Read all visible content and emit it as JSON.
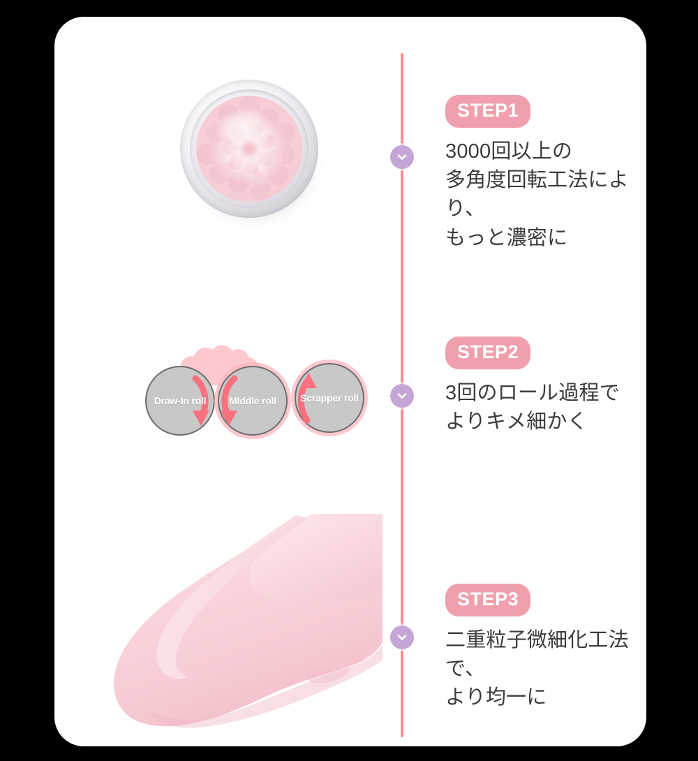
{
  "page": {
    "background_color": "#000000",
    "card_background": "#ffffff",
    "accent_pink": "#f0a0ac",
    "timeline_color": "#f98b96",
    "marker_color": "#c3a6d6",
    "text_color": "#3c3c3c",
    "roller_fill": "#c8c8c8",
    "roller_stroke": "#6d6d6d",
    "cream_pink": "#fcc9cf",
    "arrow_pink": "#f8717f"
  },
  "timeline": {
    "markers": [
      {
        "icon": "chevron-down-icon"
      },
      {
        "icon": "chevron-down-icon"
      },
      {
        "icon": "chevron-down-icon"
      }
    ]
  },
  "steps": [
    {
      "badge": "STEP1",
      "text": "3000回以上の\n多角度回転工法により、\nもっと濃密に",
      "visual": "cream-jar-photo"
    },
    {
      "badge": "STEP2",
      "text": "3回のロール過程で\nよりキメ細かく",
      "visual": "three-roll-mill-diagram"
    },
    {
      "badge": "STEP3",
      "text": "二重粒子微細化工法で、\nより均一に",
      "visual": "cream-swatch-photo"
    }
  ],
  "roller_diagram": {
    "rolls": [
      {
        "label": "Draw-In roll",
        "rotation": "clockwise"
      },
      {
        "label": "MIddle roll",
        "rotation": "clockwise"
      },
      {
        "label": "Scrapper roll",
        "rotation": "counter-clockwise"
      }
    ]
  }
}
